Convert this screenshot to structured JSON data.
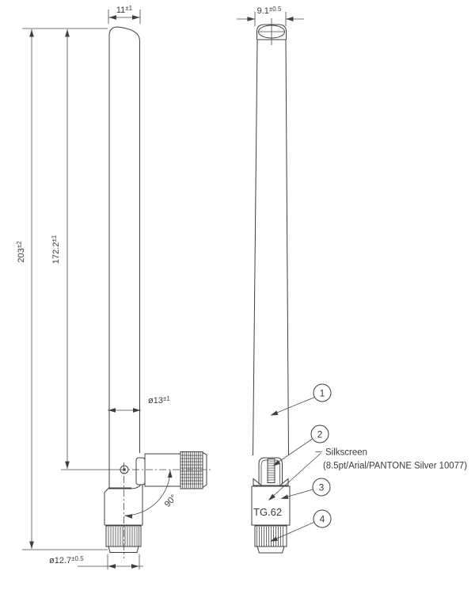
{
  "drawing": {
    "title": "antenna-outline-drawing",
    "colors": {
      "line": "#3f3f3f",
      "background": "#ffffff"
    },
    "dimensions": {
      "tip_width": {
        "value": "11",
        "tolerance": "±1"
      },
      "tip_depth": {
        "value": "9.1",
        "tolerance": "±0.5"
      },
      "overall_length": {
        "value": "203",
        "tolerance": "±2"
      },
      "radome_length": {
        "value": "172.2",
        "tolerance": "±1"
      },
      "radome_diameter": {
        "value": "ø13",
        "tolerance": "±1"
      },
      "connector_diameter": {
        "value": "ø12.7",
        "tolerance": "±0.5"
      },
      "fold_angle": {
        "value": "90°"
      }
    },
    "callouts": {
      "c1": "1",
      "c2": "2",
      "c3": "3",
      "c4": "4"
    },
    "silkscreen": {
      "title": "Silkscreen",
      "spec": "(8.5pt/Arial/PANTONE Silver 10077)",
      "marking": "TG.62"
    }
  }
}
